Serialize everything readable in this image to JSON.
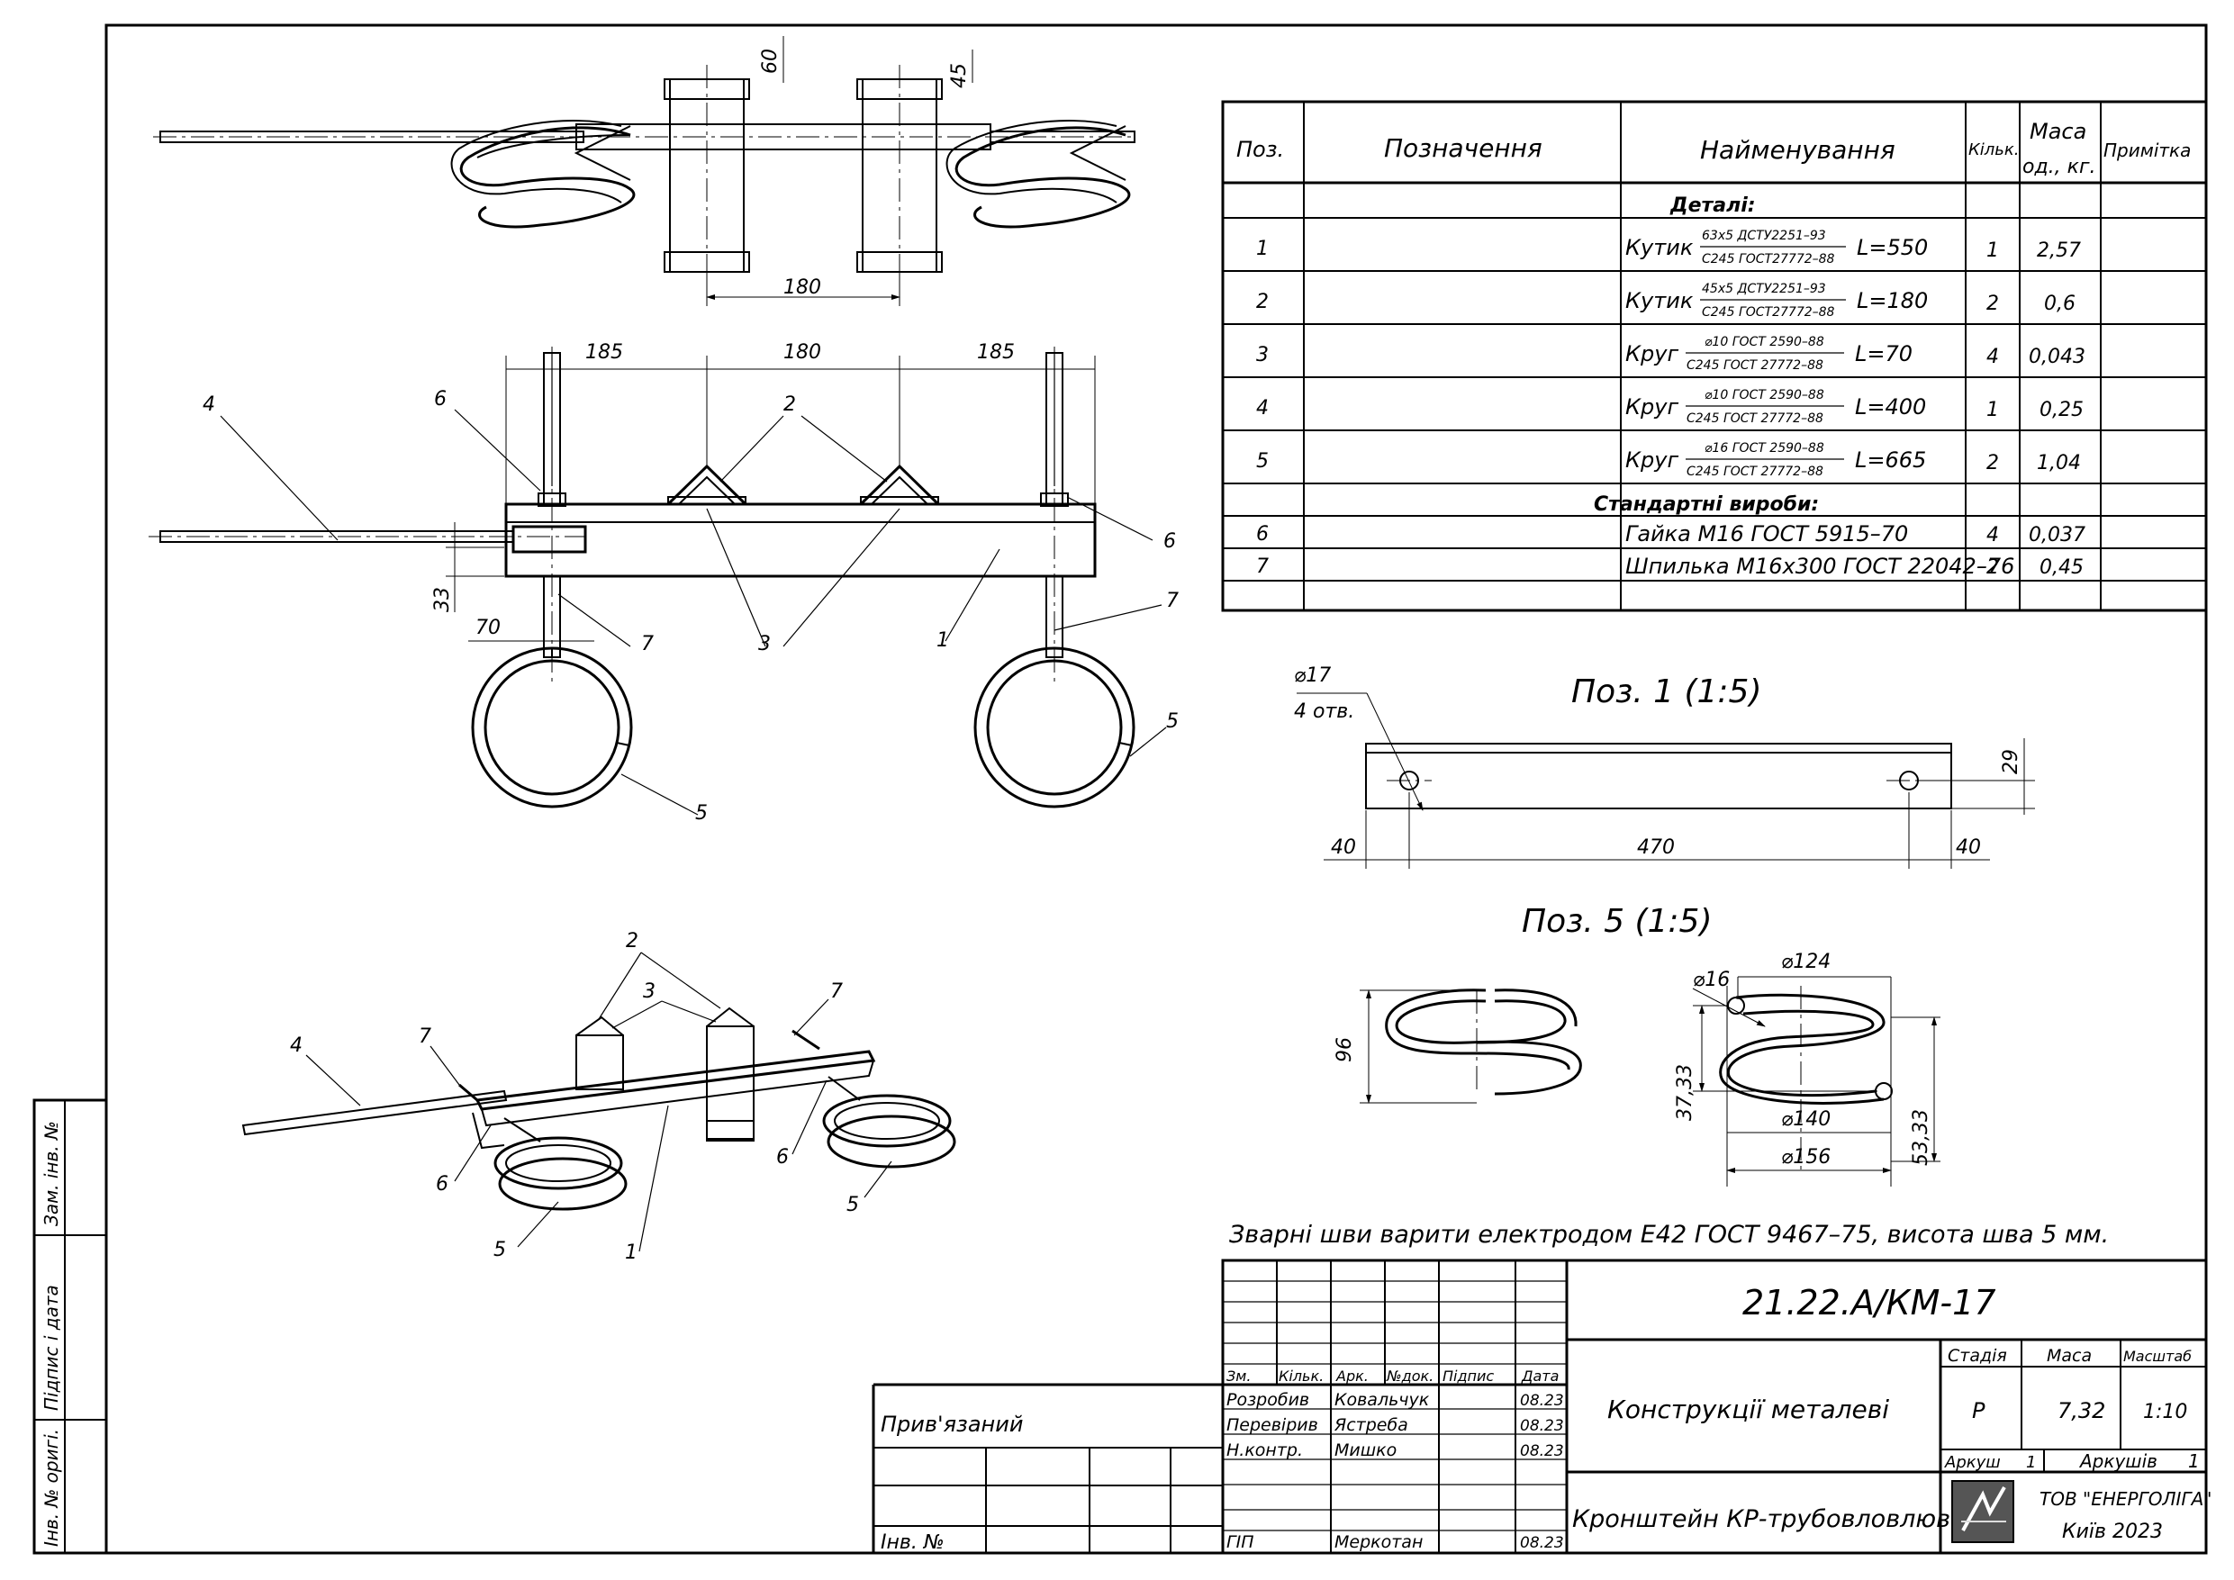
{
  "bom": {
    "headers": {
      "pos": "Поз.",
      "designation": "Позначення",
      "name": "Найменування",
      "qty": "Кільк.",
      "mass_1": "Маса",
      "mass_2": "од., кг.",
      "note": "Примітка"
    },
    "section_parts": "Деталі:",
    "section_standard": "Стандартні вироби:",
    "rows": [
      {
        "pos": "1",
        "name": "Кутик",
        "spec_top": "63х5 ДСТУ2251–93",
        "spec_bottom": "С245 ГОСТ27772–88",
        "length": "L=550",
        "qty": "1",
        "mass": "2,57"
      },
      {
        "pos": "2",
        "name": "Кутик",
        "spec_top": "45х5 ДСТУ2251–93",
        "spec_bottom": "С245 ГОСТ27772–88",
        "length": "L=180",
        "qty": "2",
        "mass": "0,6"
      },
      {
        "pos": "3",
        "name": "Круг",
        "spec_top": "⌀10 ГОСТ 2590–88",
        "spec_bottom": "С245 ГОСТ 27772–88",
        "length": "L=70",
        "qty": "4",
        "mass": "0,043"
      },
      {
        "pos": "4",
        "name": "Круг",
        "spec_top": "⌀10 ГОСТ 2590–88",
        "spec_bottom": "С245 ГОСТ 27772–88",
        "length": "L=400",
        "qty": "1",
        "mass": "0,25"
      },
      {
        "pos": "5",
        "name": "Круг",
        "spec_top": "⌀16 ГОСТ 2590–88",
        "spec_bottom": "С245 ГОСТ 27772–88",
        "length": "L=665",
        "qty": "2",
        "mass": "1,04"
      }
    ],
    "standard_rows": [
      {
        "pos": "6",
        "name": "Гайка М16 ГОСТ 5915–70",
        "qty": "4",
        "mass": "0,037"
      },
      {
        "pos": "7",
        "name": "Шпилька М16х300 ГОСТ 22042–76",
        "qty": "2",
        "mass": "0,45"
      }
    ]
  },
  "views": {
    "top": {
      "dim_pipe": "60",
      "dim_pipe2": "45",
      "dim_between": "180"
    },
    "front": {
      "dim_left": "185",
      "dim_mid": "180",
      "dim_right": "185",
      "dim_height": "33",
      "dim_offset": "70",
      "callouts": {
        "c1": "1",
        "c2": "2",
        "c3": "3",
        "c4": "4",
        "c5a": "5",
        "c5b": "5",
        "c6a": "6",
        "c6b": "6",
        "c7a": "7",
        "c7b": "7"
      }
    },
    "iso": {
      "callouts": {
        "c1": "1",
        "c2": "2",
        "c3": "3",
        "c4": "4",
        "c5a": "5",
        "c5b": "5",
        "c6a": "6",
        "c6b": "6",
        "c7a": "7",
        "c7b": "7"
      }
    }
  },
  "detail1": {
    "title": "Поз. 1 (1:5)",
    "hole": "⌀17",
    "holes": "4 отв.",
    "dim_left": "40",
    "dim_mid": "470",
    "dim_right": "40",
    "dim_height": "29"
  },
  "detail5": {
    "title": "Поз. 5 (1:5)",
    "dim_height": "96",
    "dim_rod": "⌀16",
    "dim_d124": "⌀124",
    "dim_d140": "⌀140",
    "dim_d156": "⌀156",
    "dim_h1": "37,33",
    "dim_h2": "53,33"
  },
  "weld_note": "Зварні шви варити електродом Е42 ГОСТ 9467–75, висота шва 5 мм.",
  "title_block": {
    "code": "21.22.А/КМ-17",
    "col_headers": {
      "zm": "Зм.",
      "qty": "Кільк.",
      "sheet": "Арк.",
      "doc": "№док.",
      "sign": "Підпис",
      "date": "Дата"
    },
    "people": [
      {
        "role": "Розробив",
        "name": "Ковальчук",
        "date": "08.23"
      },
      {
        "role": "Перевірив",
        "name": "Ястреба",
        "date": "08.23"
      },
      {
        "role": "Н.контр.",
        "name": "Мишко",
        "date": "08.23"
      },
      {
        "role": "ГІП",
        "name": "Меркотан",
        "date": "08.23"
      }
    ],
    "construction": "Конструкції металеві",
    "item": "Кронштейн КР-трубовловлювач",
    "stage_label": "Стадія",
    "stage": "Р",
    "mass_label": "Маса",
    "mass": "7,32",
    "scale_label": "Масштаб",
    "scale": "1:10",
    "sheet_label": "Аркуш",
    "sheet": "1",
    "sheets_label": "Аркушів",
    "sheets": "1",
    "company": "ТОВ \"ЕНЕРГОЛІГА\"",
    "city": "Київ 2023",
    "tied": "Прив'язаний",
    "inv": "Інв. №"
  },
  "side_stamp": {
    "zam": "Зам. інв. №",
    "sign": "Підпис і дата",
    "orig": "Інв. № оригі."
  }
}
